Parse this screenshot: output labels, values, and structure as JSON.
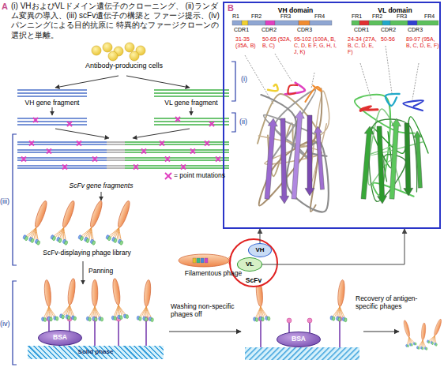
{
  "diagram": {
    "title": "(i) VHおよびVLドメイン遺伝子のクローニング、 (ii)ランダム変異の導入、(iii) scFv遺伝子の構築と ファージ提示、(iv) パンニングによる目的抗原に 特異的なファージクローンの選択と単離。",
    "nodes": [
      {
        "text": [
          "B"
        ]
      },
      {
        "text": [
          "ScFv"
        ]
      },
      {
        "text": [
          "VH"
        ],
        "in": 1
      },
      {
        "text": [
          "VL"
        ],
        "in": 1
      },
      {
        "text": [
          "BSA"
        ]
      },
      {
        "text": [
          "BSA"
        ]
      },
      {
        "text": [
          "Solid phase"
        ]
      }
    ],
    "edges": [
      {
        "from": 2,
        "to": 0,
        "arrow": "to"
      },
      {
        "from": 3,
        "to": 0,
        "arrow": "to"
      }
    ],
    "labels": [
      "A",
      "Antibody-producing cells",
      "(i)",
      "VH gene fragment",
      "VL gene fragment",
      "(ii)",
      "ScFv gene fragments",
      "(iii)",
      "ScFv-displaying phage library",
      "Panning",
      "(iv)",
      "Washing non-specific phages off",
      "Recovery of antigen-specific phages",
      "Filamentous phage",
      "VH domain",
      "VL domain",
      "R1",
      "FR2",
      "FR3",
      "FR4",
      "CDR1",
      "CDR2",
      "CDR3",
      "FR1",
      "FR2",
      "FR3",
      "FR4",
      "CDR1",
      "CDR2",
      "CDR3",
      "31-35 (35A, B)",
      "50-65 (52A, B, C)",
      "95-102 (100A, B, C, D, E F, G, H, I, J, K)",
      "24-34 (27A, B, C, D, E, F)",
      "50-56",
      "89-97 (95A, B, C, D, E, F)"
    ],
    "legend": [
      {
        "text": "= point mutations"
      }
    ]
  }
}
